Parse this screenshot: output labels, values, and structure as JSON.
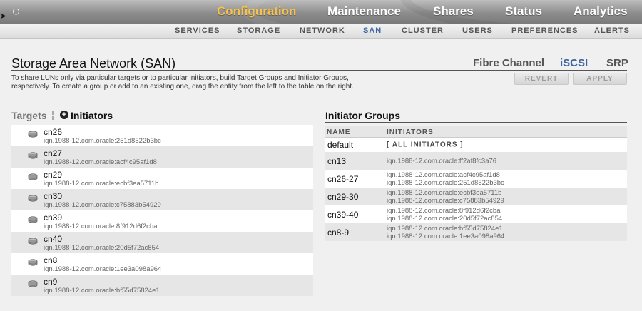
{
  "topnav": {
    "items": [
      "Configuration",
      "Maintenance",
      "Shares",
      "Status",
      "Analytics"
    ],
    "active": "Configuration"
  },
  "subnav": {
    "items": [
      "SERVICES",
      "STORAGE",
      "NETWORK",
      "SAN",
      "CLUSTER",
      "USERS",
      "PREFERENCES",
      "ALERTS"
    ],
    "active": "SAN"
  },
  "page": {
    "title": "Storage Area Network (SAN)",
    "description": "To share LUNs only via particular targets or to particular initiators, build Target Groups and Initiator Groups, respectively. To create a group or add to an existing one, drag the entity from the left to the table on the right.",
    "tabs": [
      "Fibre Channel",
      "iSCSI",
      "SRP"
    ],
    "active_tab": "iSCSI",
    "revert_label": "REVERT",
    "apply_label": "APPLY"
  },
  "left_panel": {
    "targets_label": "Targets",
    "initiators_label": "Initiators",
    "add_icon": "plus-circle-icon",
    "items": [
      {
        "name": "cn26",
        "iqn": "iqn.1988-12.com.oracle:251d8522b3bc"
      },
      {
        "name": "cn27",
        "iqn": "iqn.1988-12.com.oracle:acf4c95af1d8"
      },
      {
        "name": "cn29",
        "iqn": "iqn.1988-12.com.oracle:ecbf3ea5711b"
      },
      {
        "name": "cn30",
        "iqn": "iqn.1988-12.com.oracle:c75883b54929"
      },
      {
        "name": "cn39",
        "iqn": "iqn.1988-12.com.oracle:8f912d6f2cba"
      },
      {
        "name": "cn40",
        "iqn": "iqn.1988-12.com.oracle:20d5f72ac854"
      },
      {
        "name": "cn8",
        "iqn": "iqn.1988-12.com.oracle:1ee3a098a964"
      },
      {
        "name": "cn9",
        "iqn": "iqn.1988-12.com.oracle:bf55d75824e1"
      }
    ]
  },
  "right_panel": {
    "title": "Initiator Groups",
    "col_name": "NAME",
    "col_initiators": "INITIATORS",
    "groups": [
      {
        "name": "default",
        "initiators": [
          "[ ALL INITIATORS ]"
        ]
      },
      {
        "name": "cn13",
        "initiators": [
          "iqn.1988-12.com.oracle:ff2af8fc3a76"
        ]
      },
      {
        "name": "cn26-27",
        "initiators": [
          "iqn.1988-12.com.oracle:acf4c95af1d8",
          "iqn.1988-12.com.oracle:251d8522b3bc"
        ]
      },
      {
        "name": "cn29-30",
        "initiators": [
          "iqn.1988-12.com.oracle:ecbf3ea5711b",
          "iqn.1988-12.com.oracle:c75883b54929"
        ]
      },
      {
        "name": "cn39-40",
        "initiators": [
          "iqn.1988-12.com.oracle:8f912d6f2cba",
          "iqn.1988-12.com.oracle:20d5f72ac854"
        ]
      },
      {
        "name": "cn8-9",
        "initiators": [
          "iqn.1988-12.com.oracle:bf55d75824e1",
          "iqn.1988-12.com.oracle:1ee3a098a964"
        ]
      }
    ]
  },
  "colors": {
    "accent_active_top": "#f7c34a",
    "accent_active_blue": "#3c64a0"
  }
}
